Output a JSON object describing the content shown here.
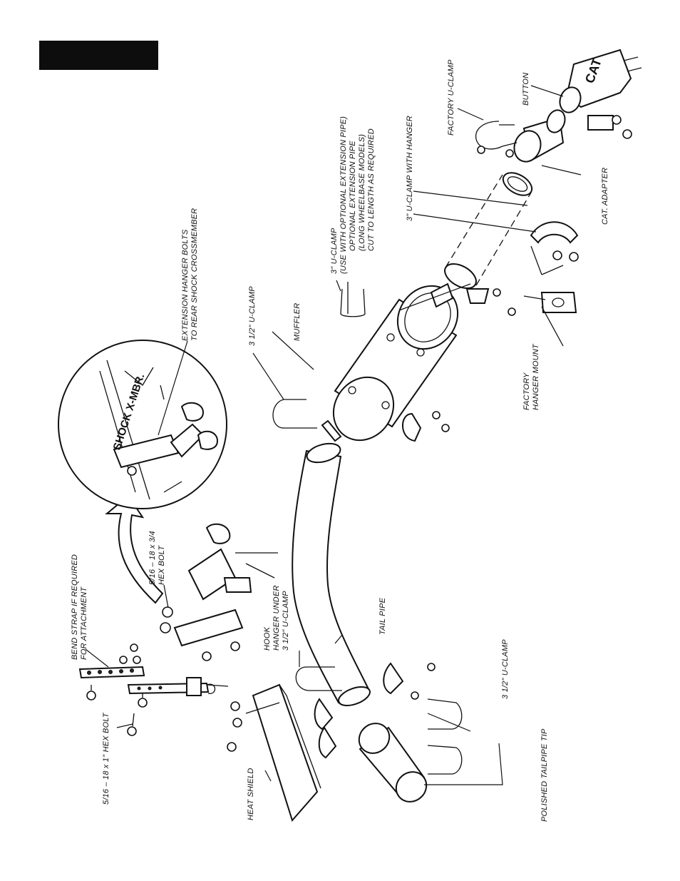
{
  "labels": {
    "extension_hanger_bolts": [
      "EXTENSION HANGER BOLTS",
      "TO REAR SHOCK CROSSMEMBER"
    ],
    "shock_x_mbr": "SHOCK X-MBR.",
    "muffler": "MUFFLER",
    "u_clamp_3_5_top": "3 1/2\" U-CLAMP",
    "u_clamp_3_optional": [
      "3\" U-CLAMP",
      "(USE WITH OPTIONAL EXTENSION PIPE)"
    ],
    "optional_extension_pipe": [
      "OPTIONAL EXTENSION PIPE",
      "(LONG WHEELBASE MODELS)",
      "CUT TO LENGTH AS REQUIRED"
    ],
    "u_clamp_3_hanger": "3\" U-CLAMP WITH HANGER",
    "factory_u_clamp": "FACTORY U-CLAMP",
    "button": "BUTTON",
    "cat": "CAT",
    "cat_adapter": "CAT. ADAPTER",
    "factory_hanger_mount": [
      "FACTORY",
      "HANGER MOUNT"
    ],
    "bend_strap": [
      "BEND STRAP IF REQUIRED",
      "FOR ATTACHMENT"
    ],
    "hex_bolt_34": [
      "5/16 – 18 x 3/4",
      "HEX BOLT"
    ],
    "hook_hanger": [
      "HOOK",
      "HANGER UNDER",
      "3 1/2\" U-CLAMP"
    ],
    "tail_pipe": "TAIL PIPE",
    "hex_bolt_1": "5/16 – 18 x 1\" HEX BOLT",
    "u_clamp_3_5_bottom": "3 1/2\" U-CLAMP",
    "polished_tip": "POLISHED TAILPIPE TIP",
    "heat_shield": "HEAT SHIELD"
  }
}
